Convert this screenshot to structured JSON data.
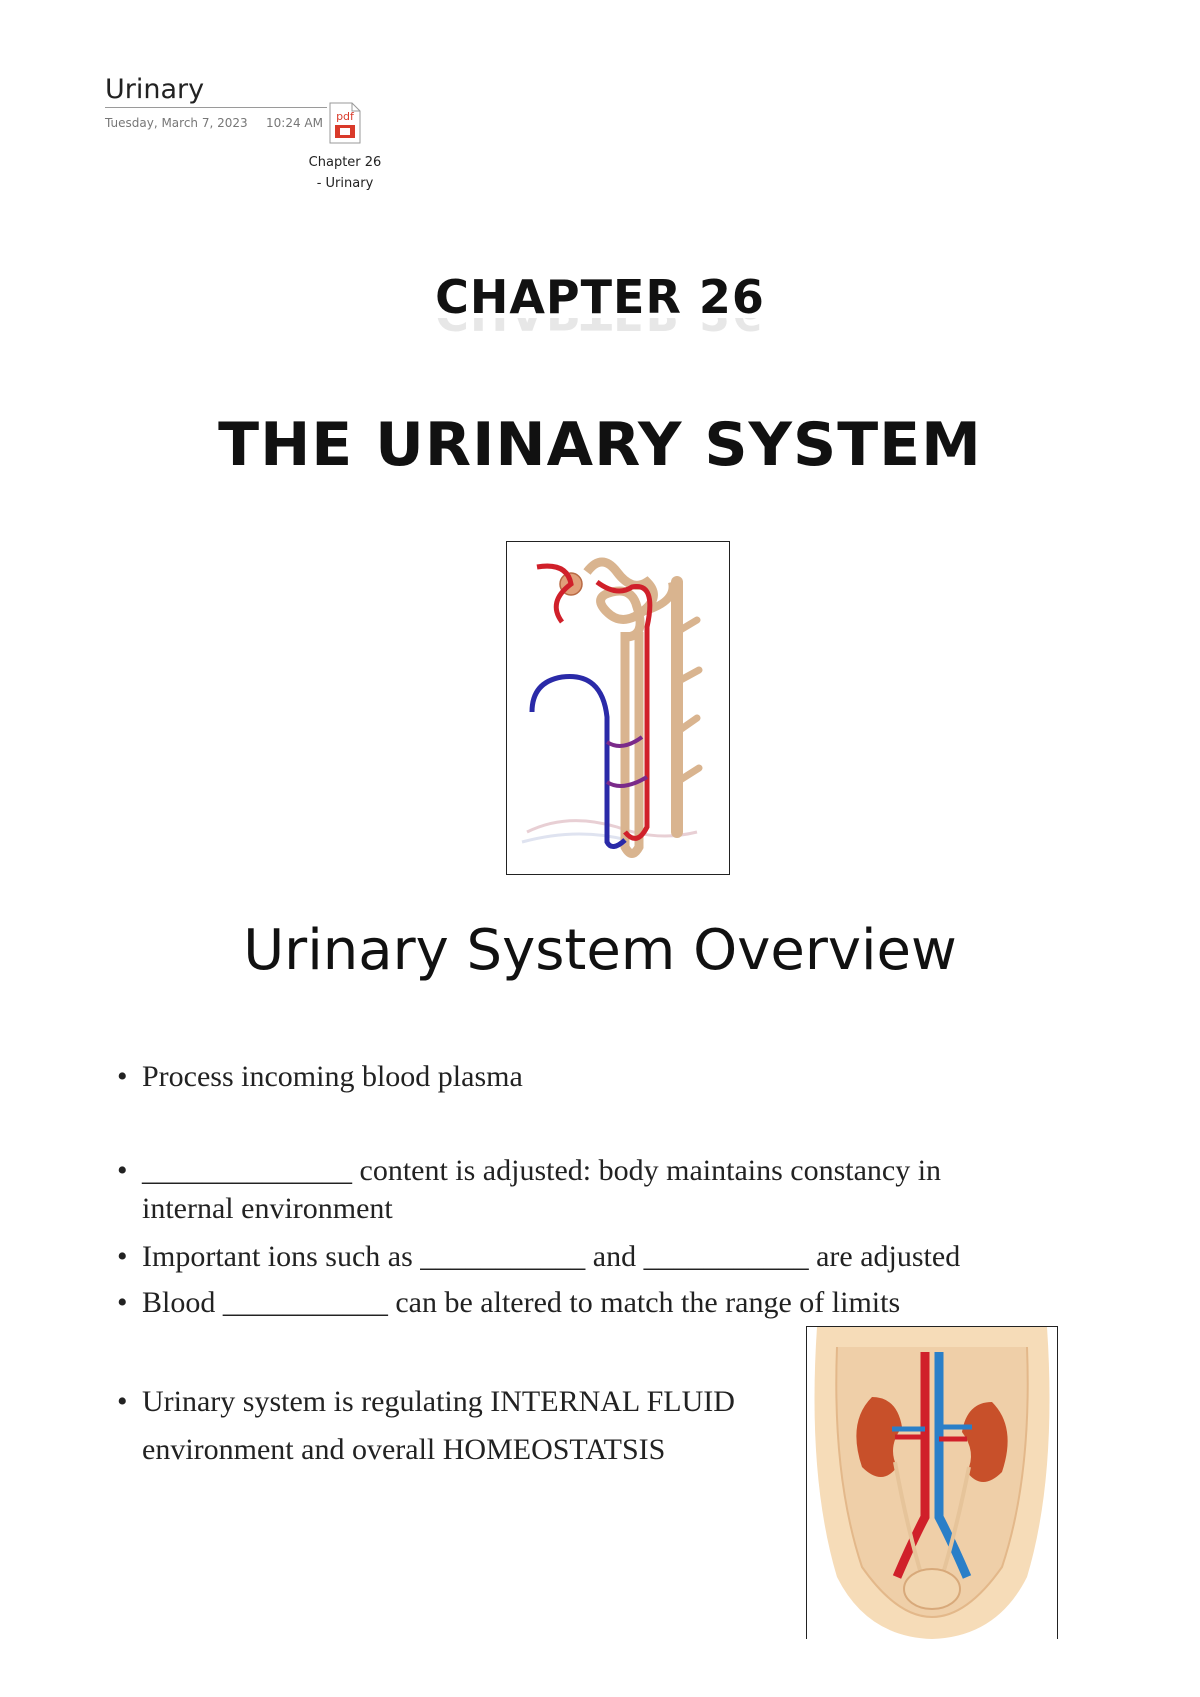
{
  "note": {
    "title": "Urinary",
    "date": "Tuesday, March 7, 2023",
    "time": "10:24 AM",
    "attachment": {
      "icon": "pdf-file-icon",
      "name_line1": "Chapter 26",
      "name_line2": "- Urinary"
    }
  },
  "slide1": {
    "chapter": "CHAPTER 26",
    "title": "THE URINARY SYSTEM"
  },
  "slide2": {
    "title": "Urinary System Overview",
    "bullet_char": "•",
    "bullets": [
      {
        "line1": "Process incoming blood plasma"
      },
      {
        "line1": "______________ content is adjusted: body maintains constancy in",
        "line2": "internal environment"
      },
      {
        "line1": "Important ions such as ___________ and ___________ are adjusted"
      },
      {
        "line1": "Blood ___________ can be altered to match the range of limits"
      },
      {
        "line1": "Urinary system is regulating INTERNAL FLUID",
        "line2": "environment and overall HOMEOSTATSIS"
      }
    ]
  },
  "colors": {
    "artery": "#d0202a",
    "vein": "#2a2aa8",
    "tubule": "#d9b48f",
    "kidney": "#c8502a",
    "pdf": "#d93a2a"
  }
}
